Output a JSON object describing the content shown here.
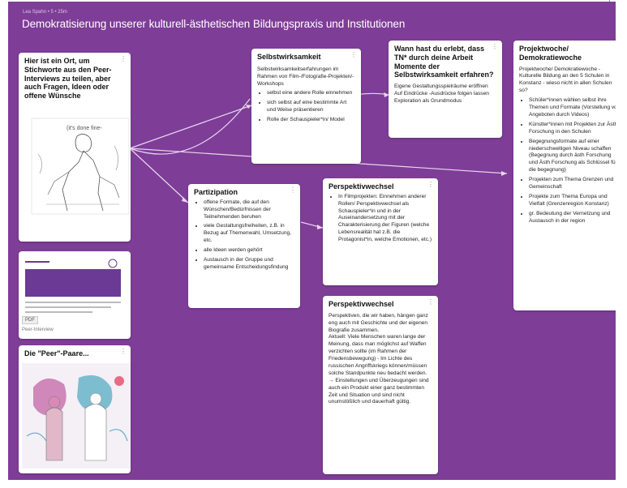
{
  "header": {
    "breadcrumb": "Lea Spahn • 5 • 25m",
    "title": "Demokratisierung unserer kulturell-ästhetischen Bildungspraxis und Institutionen"
  },
  "cards": {
    "intro": {
      "title": "Hier ist ein Ort, um Stichworte aus den Peer-Interviews zu teilen, aber auch Fragen, Ideen oder offene Wünsche",
      "sketch_text": "(it's done fine-"
    },
    "pdf": {
      "tag": "PDF",
      "caption": "Peer-Interview"
    },
    "peer": {
      "title": "Die \"Peer\"-Paare..."
    },
    "selbstwirksamkeit": {
      "title": "Selbstwirksamkeit",
      "text": "Selbstwirksamkeitserfahrungen im Rahmen von Film-/Fotografie-Projekten/-Workshops",
      "items": [
        "selbst eine andere Rolle einnehmen",
        "sich selbst auf eine bestimmte Art und Weise präsentieren",
        "Rolle der Schauspieler*in/ Model"
      ]
    },
    "wann": {
      "title": "Wann hast du erlebt, dass TN* durch deine Arbeit Momente der Selbstwirksamkeit erfahren?",
      "lines": [
        "Eigene Gestaltungsspielräume eröffnen",
        "Auf Eindrücke -Ausdrücke folgen lassen",
        "Exploration als Grundmodus"
      ]
    },
    "projektwoche": {
      "title": "Projektwoche/ Demokratiewoche",
      "text": "Projektwoche/ Demokratiewoche - Kulturelle Bildung an den 5 Schulen in Konstanz - wieso nicht in allen Schulen so?",
      "items": [
        "Schüler*innen wählen selbst ihre Themen und Formate (Vorstellung von Angeboten durch Videos)",
        "Künstler*innen mit Projekten zur Ästh Forschung in den Schulen",
        "Begegnungsformate auf einer niederschwelligen Niveau schaffen (Begegnung durch ästh Forschung und Ästh Forschung als Schlüssel für die begegnung)",
        "Projekten zum Thema Grenzen und Gemeinschaft",
        "Projekte zum Thema Europa und Vielfalt (Grenzenregion Konstanz)",
        "gr. Bedeutung der Vernetzung und Austausch in der region"
      ]
    },
    "partizipation": {
      "title": "Partizipation",
      "items": [
        "offene Formate, die auf den Wünschen/Bedürfnissen der Teilnehmenden beruhen",
        "viele Gestaltungsfreiheiten, z.B. in Bezug auf Themenwahl, Umsetzung, etc.",
        "alle Ideen werden gehört",
        "Austausch in der Gruppe und gemeinsame Entscheidungsfindung"
      ]
    },
    "perspektiv1": {
      "title": "Perspektivwechsel",
      "items": [
        "In Filmprojekten: Einnehmen anderer Rollen/ Perspektivwechsel als Schauspieler*in und in der Auseinandersetzung mit der Charakterisierung der Figuren (welche Lebensrealität hat z.B. die Protagonist*in, welche Emotionen, etc.)"
      ]
    },
    "perspektiv2": {
      "title": "Perspektivwechsel",
      "text": "Perspektiven, die wir haben, hängen ganz eng auch mit Geschichte und der eigenen Biografie zusammen.\nAktuell: Viele Menschen waren lange der Meinung, dass man möglichst auf Waffen verzichten sollte (im Rahmen der Friedensbewegung) - Im Lichte des russischen Angriffskriegs können/müssen solche Standpunkte neu bedacht werden.\n→ Einstellungen und Überzeugungen sind auch ein Produkt einer ganz bestimmten Zeit und Situation und sind nicht unumstößlich und dauerhaft gültig."
    }
  },
  "colors": {
    "board": "#7e3d97",
    "card": "#ffffff",
    "connector": "#e8d6ef"
  }
}
